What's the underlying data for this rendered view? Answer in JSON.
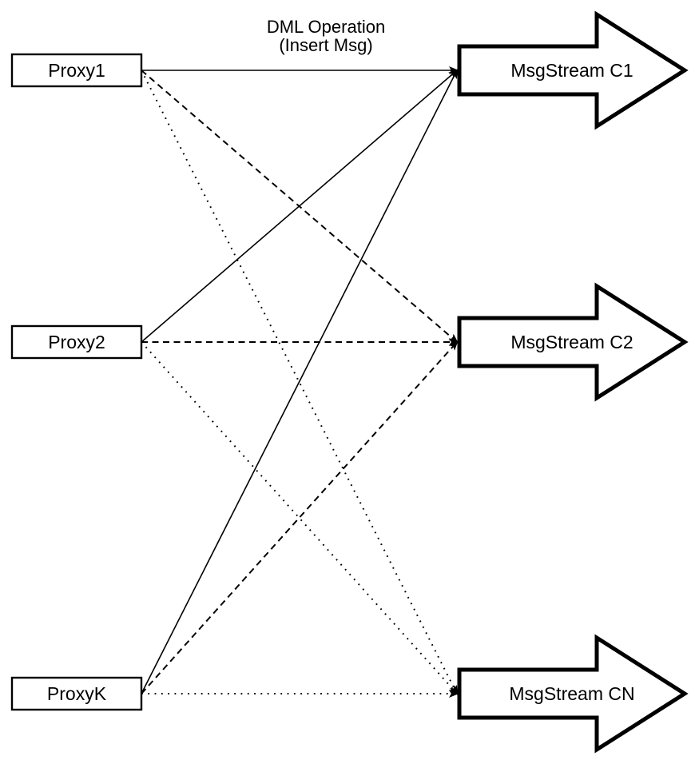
{
  "diagram": {
    "label_line1": "DML Operation",
    "label_line2": "(Insert Msg)",
    "proxies": [
      {
        "id": "proxy1",
        "label": "Proxy1"
      },
      {
        "id": "proxy2",
        "label": "Proxy2"
      },
      {
        "id": "proxyk",
        "label": "ProxyK"
      }
    ],
    "streams": [
      {
        "id": "c1",
        "label": "MsgStream C1"
      },
      {
        "id": "c2",
        "label": "MsgStream C2"
      },
      {
        "id": "cn",
        "label": "MsgStream CN"
      }
    ],
    "connections": [
      {
        "from": "proxy1",
        "to": "c1",
        "style": "solid"
      },
      {
        "from": "proxy1",
        "to": "c2",
        "style": "dashed"
      },
      {
        "from": "proxy1",
        "to": "cn",
        "style": "dotted"
      },
      {
        "from": "proxy2",
        "to": "c1",
        "style": "solid"
      },
      {
        "from": "proxy2",
        "to": "c2",
        "style": "dashed"
      },
      {
        "from": "proxy2",
        "to": "cn",
        "style": "dotted"
      },
      {
        "from": "proxyk",
        "to": "c1",
        "style": "solid"
      },
      {
        "from": "proxyk",
        "to": "c2",
        "style": "dashed"
      },
      {
        "from": "proxyk",
        "to": "cn",
        "style": "dotted"
      }
    ],
    "colors": {
      "line": "#000000",
      "background": "#ffffff"
    }
  }
}
